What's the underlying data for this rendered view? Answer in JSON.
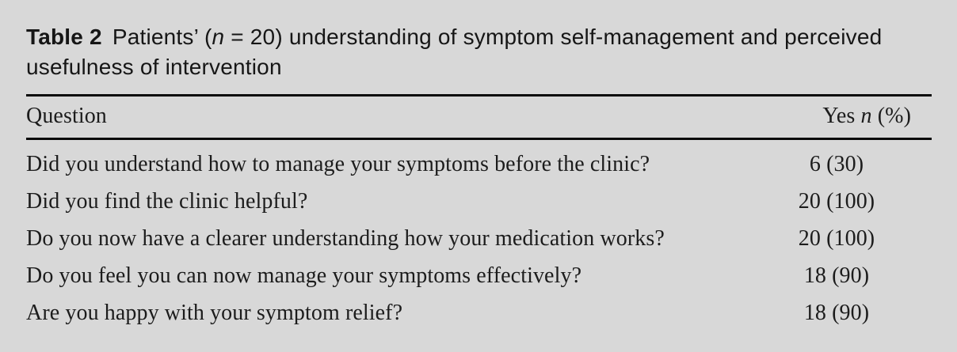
{
  "page": {
    "background_color": "#d8d8d8",
    "rule_color": "#0a0a0a",
    "text_color": "#1a1a1a"
  },
  "caption": {
    "label": "Table 2",
    "pre_n": "Patients’ (",
    "n": "n",
    "post_n": " = 20) understanding of symptom self-management and perceived",
    "line2": "usefulness of intervention"
  },
  "table": {
    "header": {
      "question": "Question",
      "yes_pre": "Yes ",
      "yes_n": "n",
      "yes_post": " (%)"
    },
    "rows": [
      {
        "question": "Did you understand how to manage your symptoms before the clinic?",
        "yes": "6 (30)"
      },
      {
        "question": "Did you find the clinic helpful?",
        "yes": "20 (100)"
      },
      {
        "question": "Do you now have a clearer understanding how your medication works?",
        "yes": "20 (100)"
      },
      {
        "question": "Do you feel you can now manage your symptoms effectively?",
        "yes": "18 (90)"
      },
      {
        "question": "Are you happy with your symptom relief?",
        "yes": "18 (90)"
      }
    ]
  }
}
